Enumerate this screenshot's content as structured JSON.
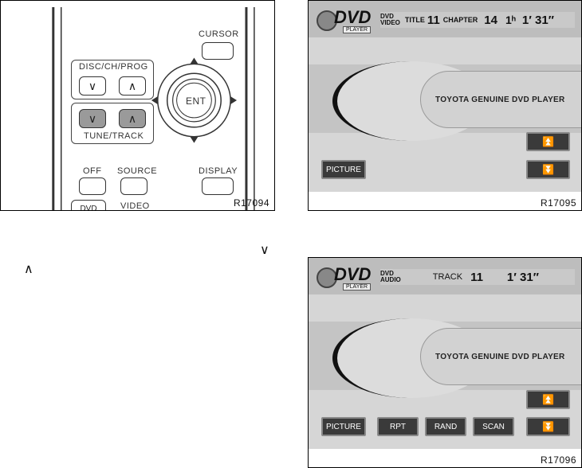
{
  "remote": {
    "cursor_label": "CURSOR",
    "disc_ch_prog_label": "DISC/CH/PROG",
    "tune_track_label": "TUNE/TRACK",
    "ent_label": "ENT",
    "off_label": "OFF",
    "source_label": "SOURCE",
    "display_label": "DISPLAY",
    "dvd_label": "DVD",
    "video_label": "VIDEO",
    "down_glyph": "∨",
    "up_glyph": "∧",
    "code": "R17094"
  },
  "screen_video": {
    "logo_text": "DVD",
    "logo_sub": "PLAYER",
    "mode_line1": "DVD",
    "mode_line2": "VIDEO",
    "title_label": "TITLE",
    "title_value": "11",
    "chapter_label": "CHAPTER",
    "chapter_value": "14",
    "hours": "1ʰ",
    "time": "1′ 31″",
    "nameplate": "TOYOTA GENUINE DVD PLAYER",
    "picture_button": "PICTURE",
    "up_icon": "⏫",
    "down_icon": "⏬",
    "code": "R17095"
  },
  "screen_audio": {
    "logo_text": "DVD",
    "logo_sub": "PLAYER",
    "mode_line1": "DVD",
    "mode_line2": "AUDIO",
    "track_label": "TRACK",
    "track_value": "11",
    "time": "1′ 31″",
    "nameplate": "TOYOTA GENUINE DVD PLAYER",
    "picture_button": "PICTURE",
    "rpt_button": "RPT",
    "rand_button": "RAND",
    "scan_button": "SCAN",
    "up_icon": "⏫",
    "down_icon": "⏬",
    "code": "R17096"
  },
  "text_glyphs": {
    "down": "∨",
    "up": "∧"
  }
}
